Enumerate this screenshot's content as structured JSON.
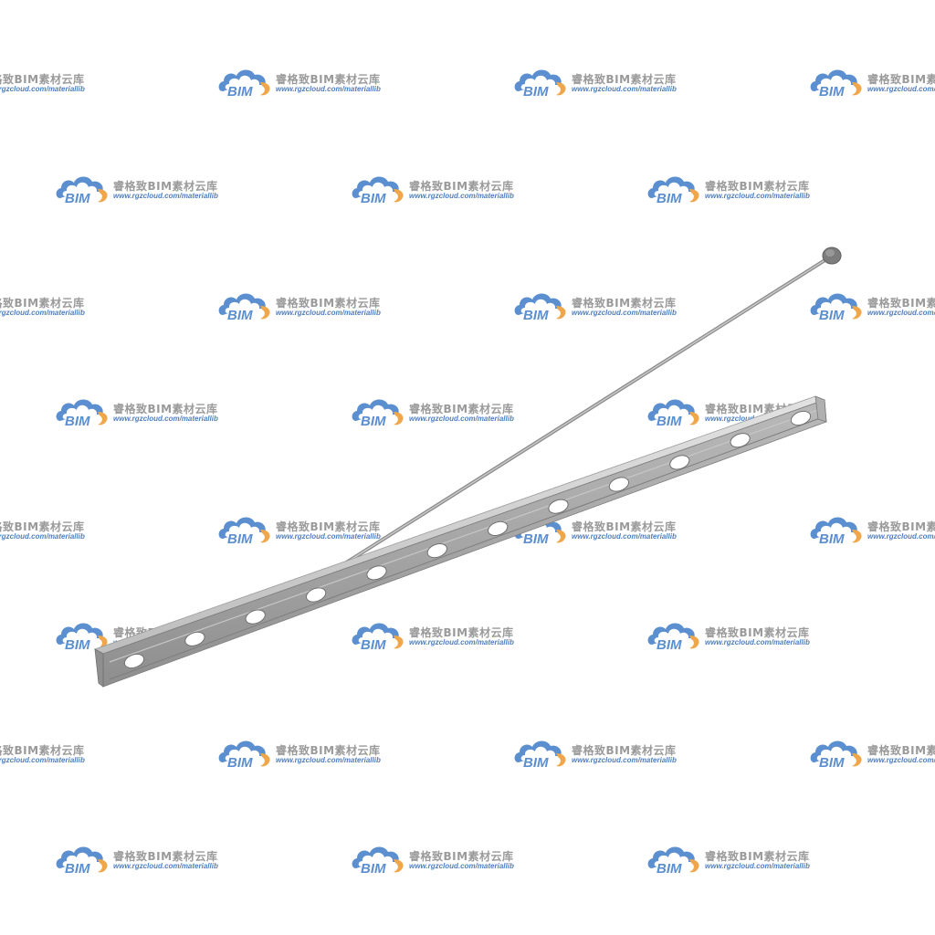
{
  "watermark": {
    "logo_text": "BIM",
    "brand_cn": "睿格致BIM素材云库",
    "url": "www.rgzcloud.com/materiallib",
    "colors": {
      "cloud_blue": "#5b8fd0",
      "cloud_orange": "#f0a64a",
      "brand_grey": "#9a9a9a",
      "url_blue": "#4f7fc0"
    }
  },
  "model": {
    "parts": [
      "slotted-channel-bracket",
      "tie-rod",
      "rod-end-disc"
    ],
    "colors": {
      "steel_light": "#d4d4d4",
      "steel_mid": "#a9a9a9",
      "steel_dark": "#6f6f6f",
      "slot_white": "#ffffff"
    },
    "slot_count": 12
  }
}
